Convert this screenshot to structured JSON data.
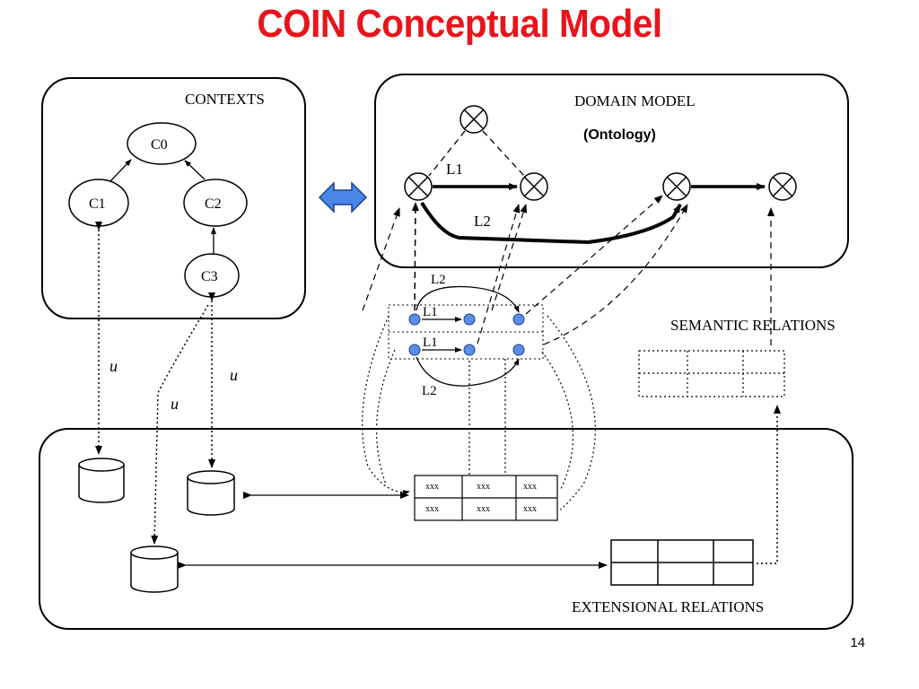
{
  "title": "COIN Conceptual Model",
  "page_number": "14",
  "panels": {
    "contexts": "CONTEXTS",
    "domain_model": "DOMAIN MODEL",
    "ontology": "(Ontology)",
    "semantic_relations": "SEMANTIC RELATIONS",
    "extensional_relations": "EXTENSIONAL RELATIONS"
  },
  "contexts": {
    "c0": "C0",
    "c1": "C1",
    "c2": "C2",
    "c3": "C3"
  },
  "links": {
    "l1": "L1",
    "l2": "L2"
  },
  "mapping_label": "u",
  "xxx": "xxx",
  "colors": {
    "title": "#e8141c",
    "bidir_arrow": "#4a86e8",
    "node_fill": "#5b8ee6"
  }
}
